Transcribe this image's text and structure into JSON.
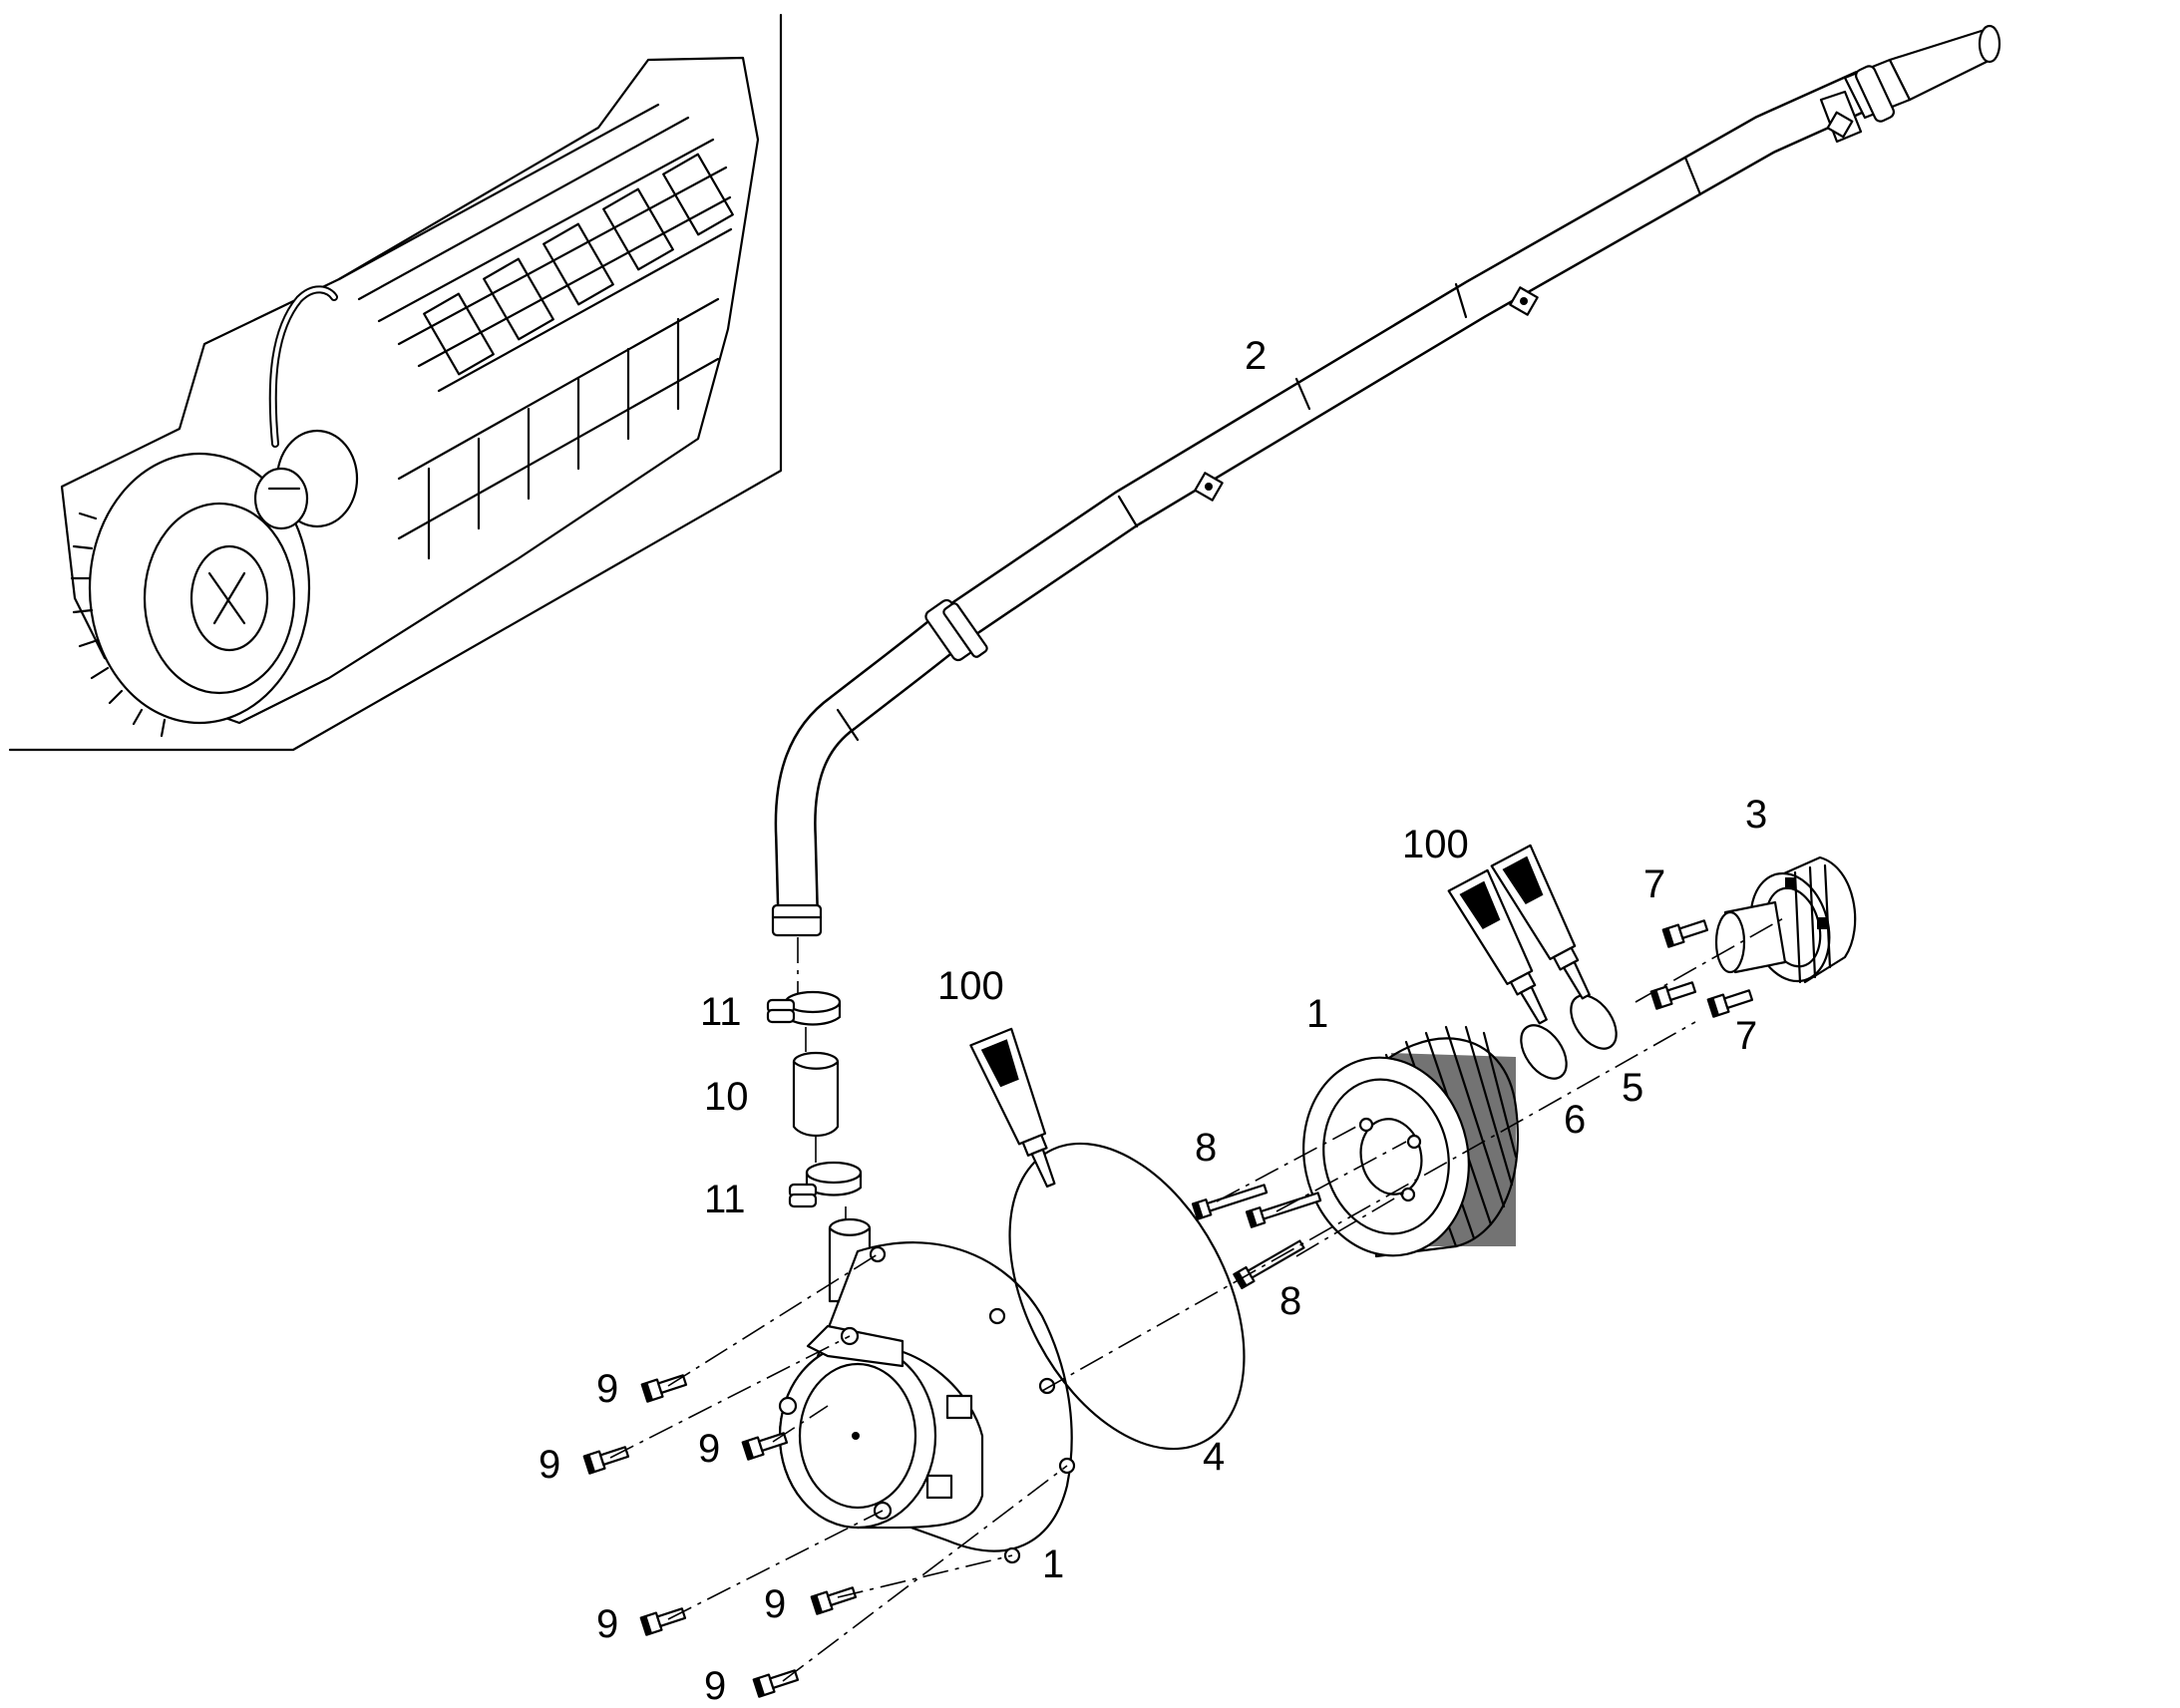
{
  "callouts": {
    "hose": "2",
    "breather_cap": "3",
    "housing_upper": "1",
    "housing_lower": "1",
    "gasket": "4",
    "ring_5": "5",
    "ring_6": "6",
    "screw_7_top": "7",
    "screw_7_bottom": "7",
    "screw_8_top": "8",
    "screw_8_bottom": "8",
    "screw_9_a": "9",
    "screw_9_b": "9",
    "screw_9_c": "9",
    "screw_9_d": "9",
    "screw_9_e": "9",
    "screw_9_f": "9",
    "sleeve": "10",
    "clamp_top": "11",
    "clamp_bottom": "11",
    "sealant_left": "100",
    "sealant_right": "100"
  },
  "icons": {
    "locator_view": "engine-locator-icon",
    "sealant": "sealant-tube-icon"
  },
  "colors": {
    "line": "#000000",
    "background": "#ffffff"
  }
}
